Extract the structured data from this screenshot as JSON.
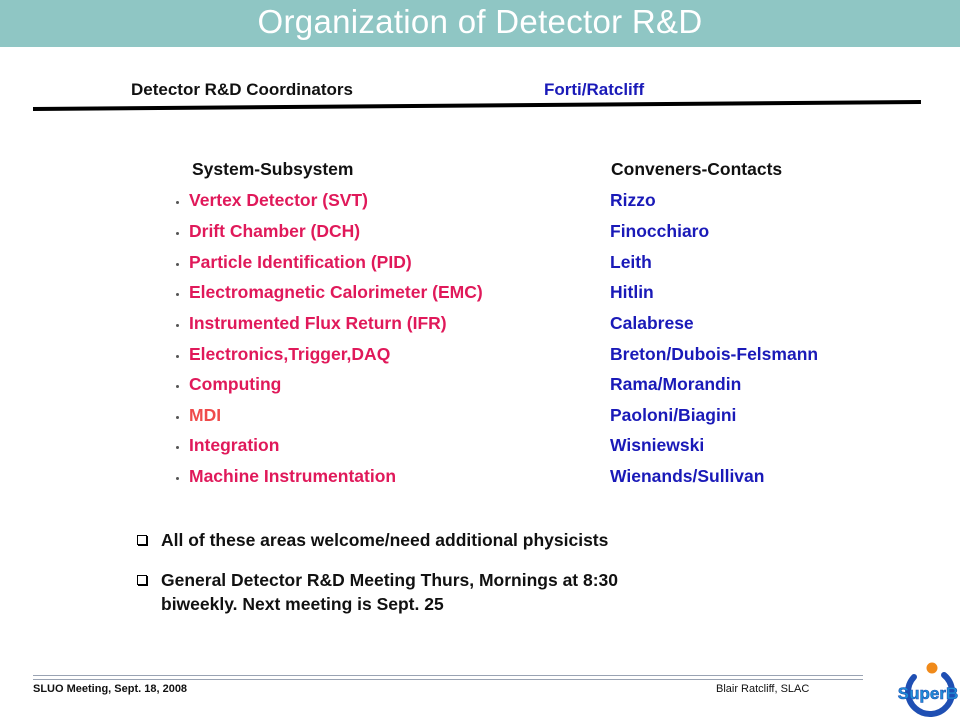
{
  "header": {
    "title": "Organization of Detector R&D"
  },
  "coordinators": {
    "label": "Detector R&D Coordinators",
    "value": "Forti/Ratcliff"
  },
  "table": {
    "col_subsystem": "System-Subsystem",
    "col_contacts": "Conveners-Contacts",
    "rows": [
      {
        "subsystem": "Vertex Detector (SVT)",
        "contact": "Rizzo"
      },
      {
        "subsystem": "Drift Chamber (DCH)",
        "contact": "Finocchiaro"
      },
      {
        "subsystem": "Particle Identification (PID)",
        "contact": "Leith"
      },
      {
        "subsystem": "Electromagnetic Calorimeter (EMC)",
        "contact": "Hitlin"
      },
      {
        "subsystem": "Instrumented Flux Return (IFR)",
        "contact": "Calabrese"
      },
      {
        "subsystem": "Electronics,Trigger,DAQ",
        "contact": "Breton/Dubois-Felsmann"
      },
      {
        "subsystem": "Computing",
        "contact": "Rama/Morandin"
      },
      {
        "subsystem": "MDI",
        "contact": "Paoloni/Biagini"
      },
      {
        "subsystem": "Integration",
        "contact": "Wisniewski"
      },
      {
        "subsystem": "Machine Instrumentation",
        "contact": "Wienands/Sullivan"
      }
    ]
  },
  "notes": [
    {
      "line1": "All of these areas welcome/need additional physicists",
      "line2": ""
    },
    {
      "line1": "General Detector R&D  Meeting Thurs, Mornings at 8:30",
      "line2": "biweekly. Next meeting is Sept. 25"
    }
  ],
  "footer": {
    "left": "SLUO Meeting, Sept. 18, 2008",
    "right": "Blair Ratcliff, SLAC",
    "logo_text": "SuperB"
  },
  "colors": {
    "title_bar": "#8fc6c4",
    "subsystem": "#e0195a",
    "mdi": "#ef4b4b",
    "contact": "#1a1ab8"
  }
}
